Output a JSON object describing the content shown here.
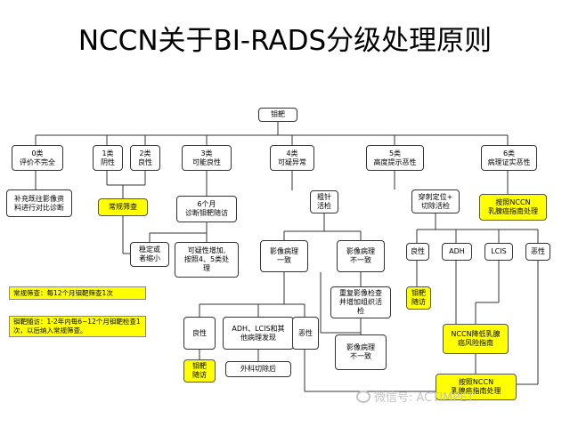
{
  "title": "NCCN关于BI-RADS分级处理原则",
  "nodes": {
    "root": "钼靶",
    "c0": "0类\n评价不完全",
    "c1": "1类\n阴性",
    "c2": "2类\n良性",
    "c3": "3类\n可能良性",
    "c4": "4类\n可疑异常",
    "c5": "5类\n高度提示恶性",
    "c6": "6类\n病理证实恶性",
    "c0_action": "补充既往影像资\n料进行对比诊断",
    "routine": "常规筛查",
    "c3_action": "6个月\n诊断钼靶随访",
    "stable": "稳定或\n者缩小",
    "suspicious": "可疑性增加,\n按照4、5类处\n理",
    "c4_biopsy": "粗针\n活检",
    "c5_biopsy": "穿刺定位+\n切除活检",
    "c6_action": "按照NCCN\n乳腺癌指南处理",
    "concord": "影像病理\n一致",
    "discord": "影像病理\n不一致",
    "repeat": "重复影像检查\n并增加组织活\n检",
    "discord2": "影像病理\n不一致",
    "benign_l": "良性",
    "adh_l": "ADH、LCIS和其\n他病理发现",
    "malig_l": "恶性",
    "followup_l": "钼靶\n随访",
    "excision": "外科切除后",
    "benign_r": "良性",
    "adh_r": "ADH",
    "lcis_r": "LCIS",
    "malig_r": "恶性",
    "followup_r": "钼靶\n随访",
    "risk": "NCCN降低乳腺\n癌风险指南",
    "guide": "按照NCCN\n乳腺癌指南处理"
  },
  "notes": {
    "routine_def": "常规筛查：每12个月钼靶筛查1次",
    "followup_def": "钼靶随访：1-2年内每6~12个月钼靶检查1次，以后纳入常规筛查。"
  },
  "watermark": "微信号: ACTIMPET"
}
